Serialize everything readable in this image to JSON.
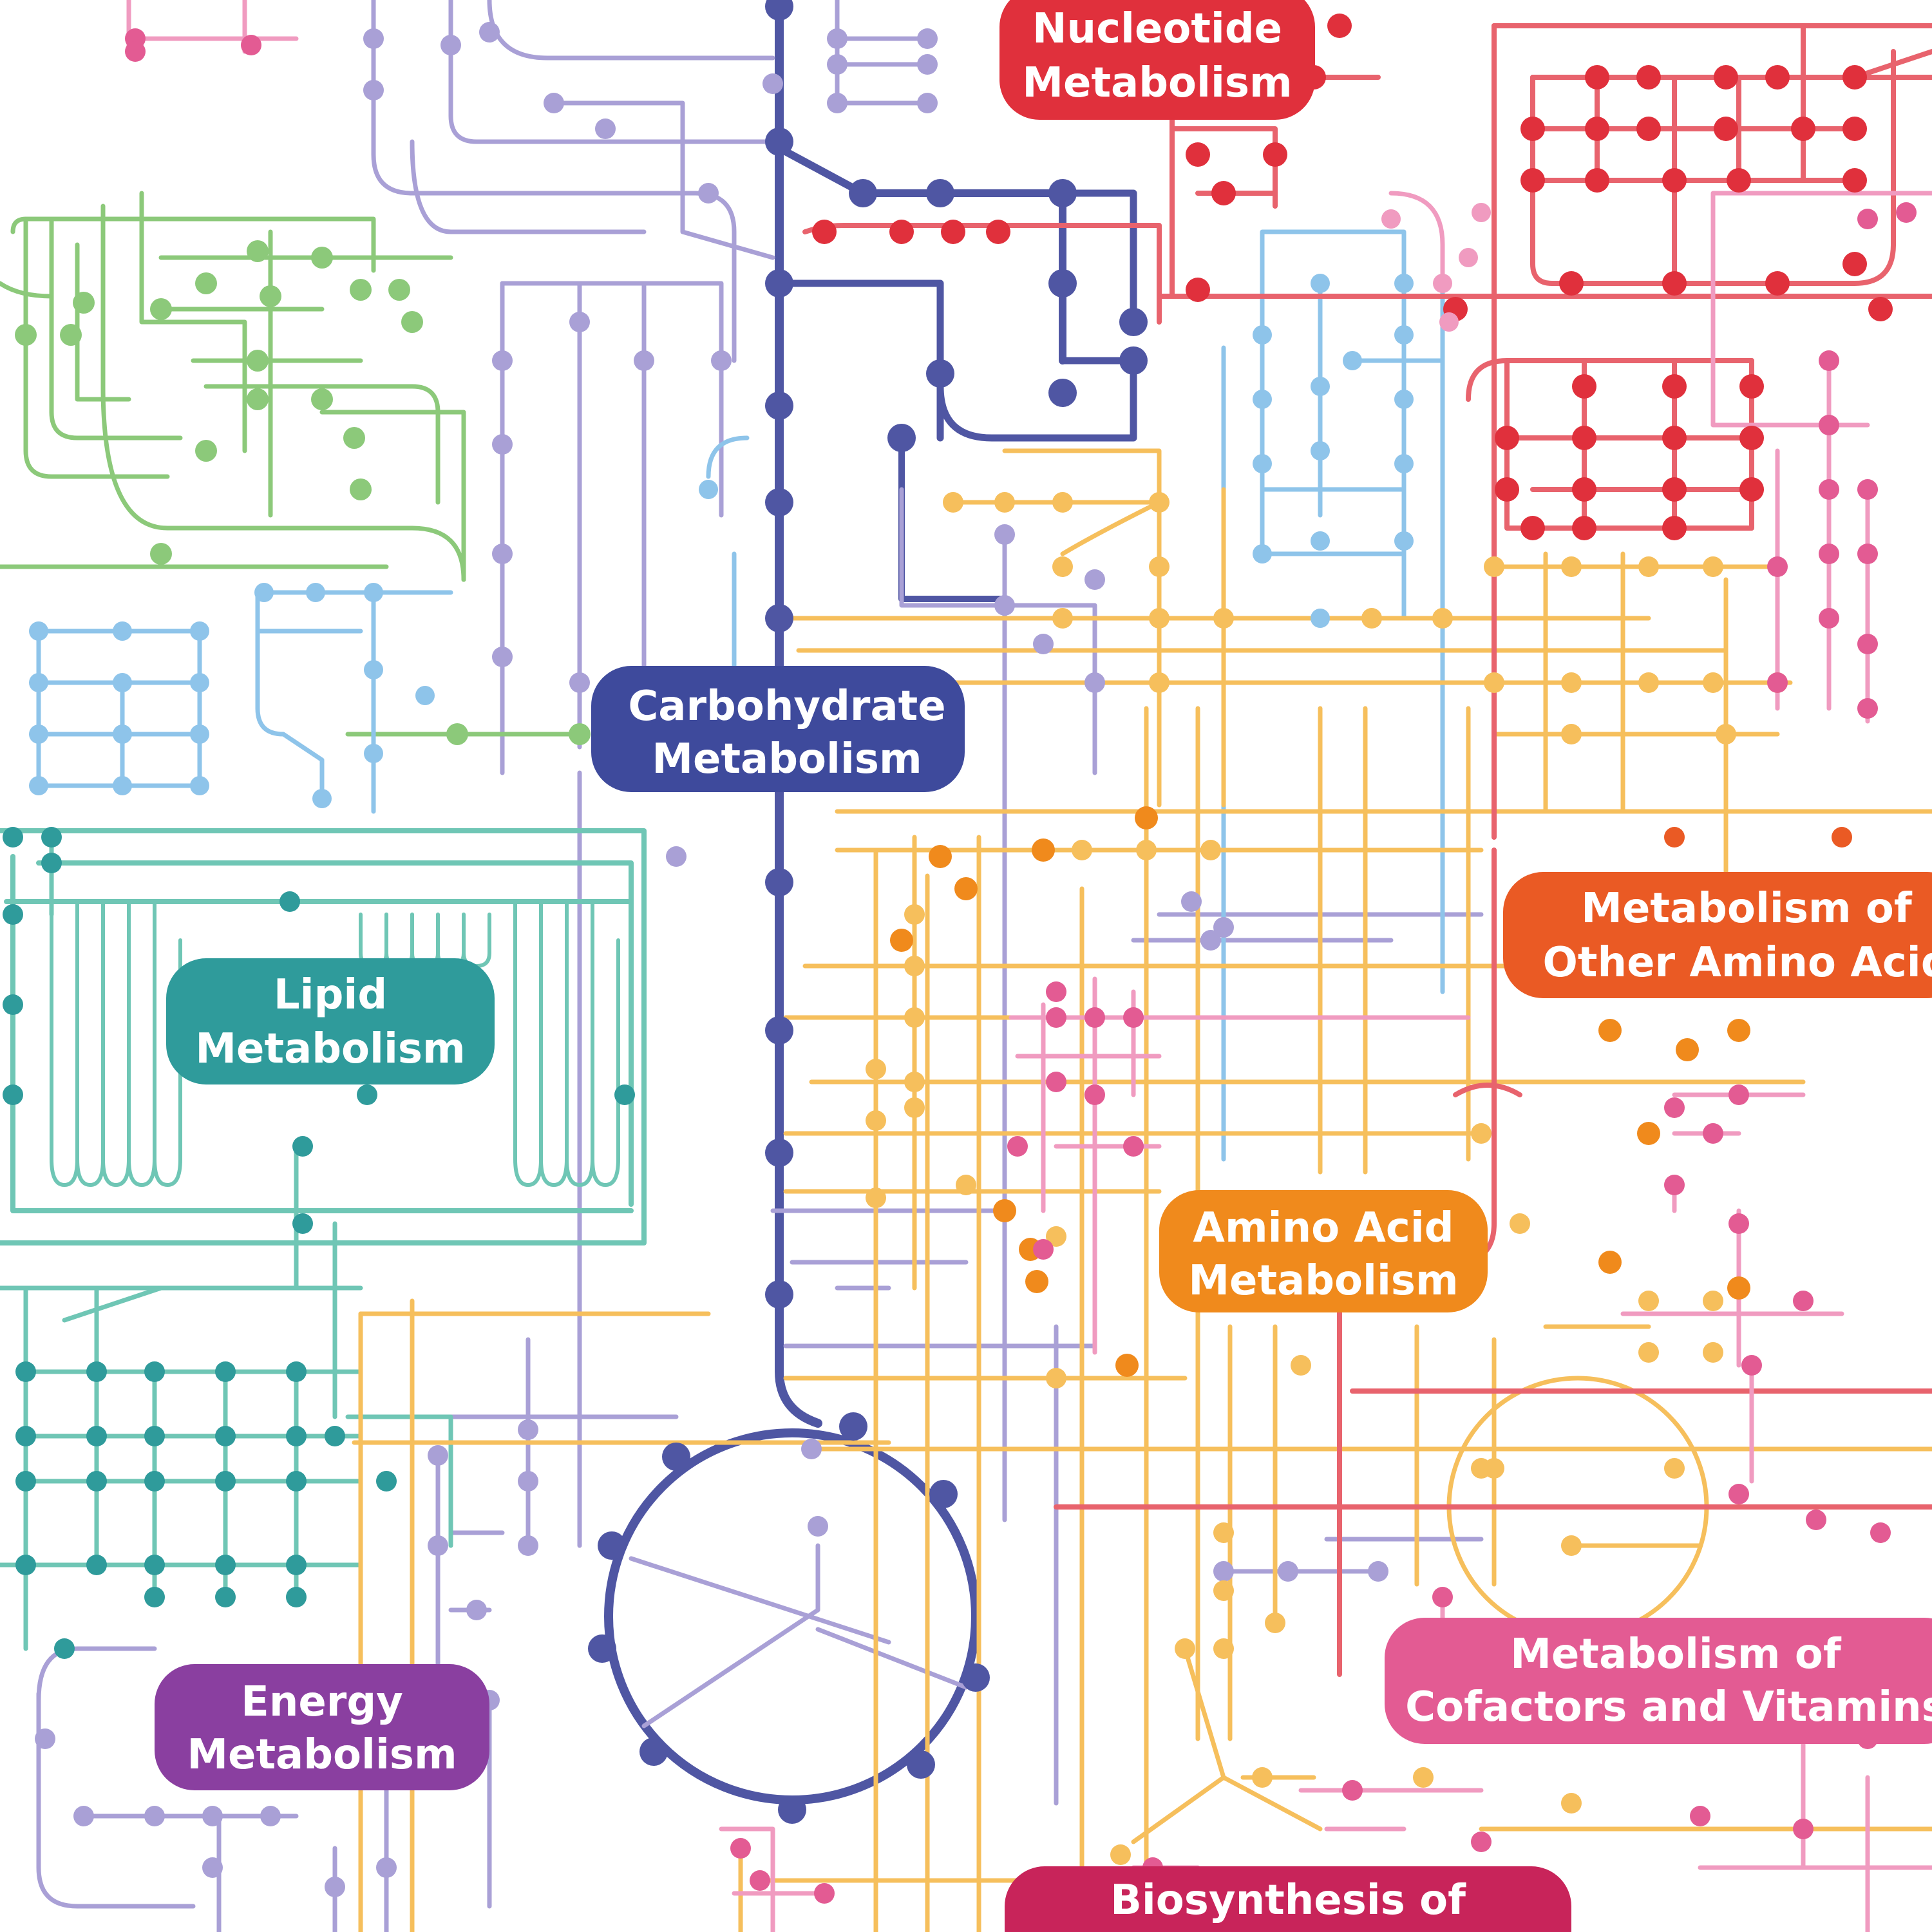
{
  "map": {
    "colors": {
      "carbohydrate": "#4f56a3",
      "nucleotide": "#e0303c",
      "lipid": "#2f9b9b",
      "lipid_lines": "#6fc6b5",
      "glycan": "#8cc97a",
      "energy": "#8a3fa0",
      "energy_lines": "#b98fca",
      "amino_acid": "#f08a1c",
      "amino_acid_lines": "#f6bf5c",
      "other_amino_acids": "#ea5a24",
      "cofactors": "#e35b93",
      "cofactor_lines": "#f09bc0",
      "biosynthesis": "#c8245a",
      "xenobiotics": "#8ec4ea",
      "purple_lines": "#a9a0d6",
      "red_lines": "#e8636d"
    },
    "labels": [
      {
        "id": "nucleotide",
        "lines": [
          "Nucleotide",
          "Metabolism"
        ],
        "color": "#e0303c"
      },
      {
        "id": "carbohydrate",
        "lines": [
          "Carbohydrate",
          "Metabolism"
        ],
        "color": "#3e4a9c"
      },
      {
        "id": "lipid",
        "lines": [
          "Lipid",
          "Metabolism"
        ],
        "color": "#2f9b9b"
      },
      {
        "id": "other-amino-acids",
        "lines": [
          "Metabolism of",
          "Other Amino Acid"
        ],
        "color": "#ea5a24"
      },
      {
        "id": "amino-acid",
        "lines": [
          "Amino Acid",
          "Metabolism"
        ],
        "color": "#f08a1c"
      },
      {
        "id": "cofactors",
        "lines": [
          "Metabolism of",
          "Cofactors and Vitamins"
        ],
        "color": "#e35b93"
      },
      {
        "id": "energy",
        "lines": [
          "Energy",
          "Metabolism"
        ],
        "color": "#8a3fa0"
      },
      {
        "id": "biosynthesis",
        "lines": [
          "Biosynthesis of"
        ],
        "color": "#c8245a"
      }
    ]
  }
}
